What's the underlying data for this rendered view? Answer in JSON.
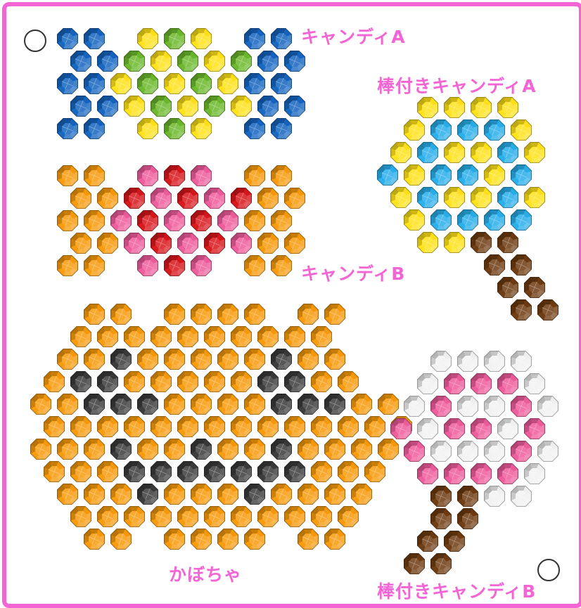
{
  "labels": {
    "candy_a": "キャンディA",
    "lollipop_a": "棒付きキャンディA",
    "candy_b": "キャンディB",
    "pumpkin": "かぼちゃ",
    "lollipop_b": "棒付きキャンディB"
  },
  "colors": {
    "frame": "#f365d4",
    "label": "#f365d4",
    "blue": "#1565c0",
    "yellow": "#ffe21a",
    "green": "#6cb82c",
    "orange": "#f79a0b",
    "pink": "#ee5c9c",
    "red": "#d8161b",
    "cyan": "#28aeea",
    "brown": "#6e3b10",
    "black": "#3a3a3a",
    "white": "#f2f2f2"
  },
  "icons": [
    "peg-hole-icon",
    "bead-icon"
  ],
  "patterns": {
    "candy_a": [
      "BB.YGY.BB",
      "BBGYGYGBB",
      "BBYGYGYBB",
      "BBYGYGYBB",
      "BB.YGY.BB"
    ],
    "candy_b": [
      "OO.PRP.OO",
      "OORPRPROO",
      "OOPRPRPOO",
      "OOPRPRPOO",
      "OO.PRP.OO"
    ],
    "lollipop_a": [
      "YYYY",
      "YCCCY",
      "YCYYCY",
      "CYCCYC",
      "YCYYCY",
      "YCCCC",
      "YYNN",
      "NN",
      "NN",
      "NN"
    ],
    "lollipop_b": [
      "WWWW",
      "WPPPW",
      "WPWWPW",
      "PWPPWP",
      "PWWWPW",
      "PPPPW",
      "NNWW",
      "NN",
      "NN",
      "NN"
    ],
    "pumpkin": [
      "OO.OOOO.OO",
      "OOOOOOOOOO",
      "OOKOOOOOKOO",
      "OKKOOOOOKKOO",
      "OOKKKOOOOKKKOO",
      "OOOOOOOOOOOOOO",
      "OOOKOOKOOKOOOO",
      "OOOKKKKKKKOOO",
      "OOOKOOOKOOOO",
      "OOOOOOOOOOO",
      "OO.OOOO.OO"
    ]
  }
}
